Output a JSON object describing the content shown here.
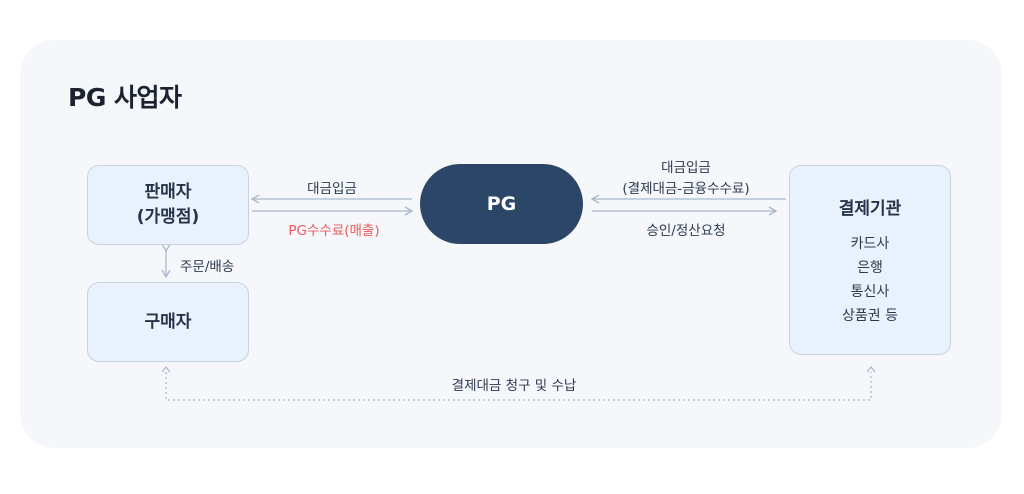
{
  "title": "PG 사업자",
  "nodes": {
    "seller": {
      "line1": "판매자",
      "line2": "(가맹점)"
    },
    "buyer": {
      "label": "구매자"
    },
    "pg": {
      "label": "PG"
    },
    "institution": {
      "title": "결제기관",
      "items": [
        "카드사",
        "은행",
        "통신사",
        "상품권 등"
      ]
    }
  },
  "edges": {
    "pg_to_seller": "대금입금",
    "seller_to_pg": "PG수수료(매출)",
    "seller_buyer": "주문/배송",
    "inst_to_pg_line1": "대금입금",
    "inst_to_pg_line2": "(결제대금-금융수수료)",
    "pg_to_inst": "승인/정산요청",
    "bottom": "결제대금 청구 및 수납"
  },
  "colors": {
    "panel": "#f5f7fb",
    "box_fill": "#e9f1fc",
    "box_border": "#c6d3e3",
    "pg_fill": "#2c4668",
    "highlight": "#ef5a5a",
    "arrow": "#a9b8cc"
  }
}
